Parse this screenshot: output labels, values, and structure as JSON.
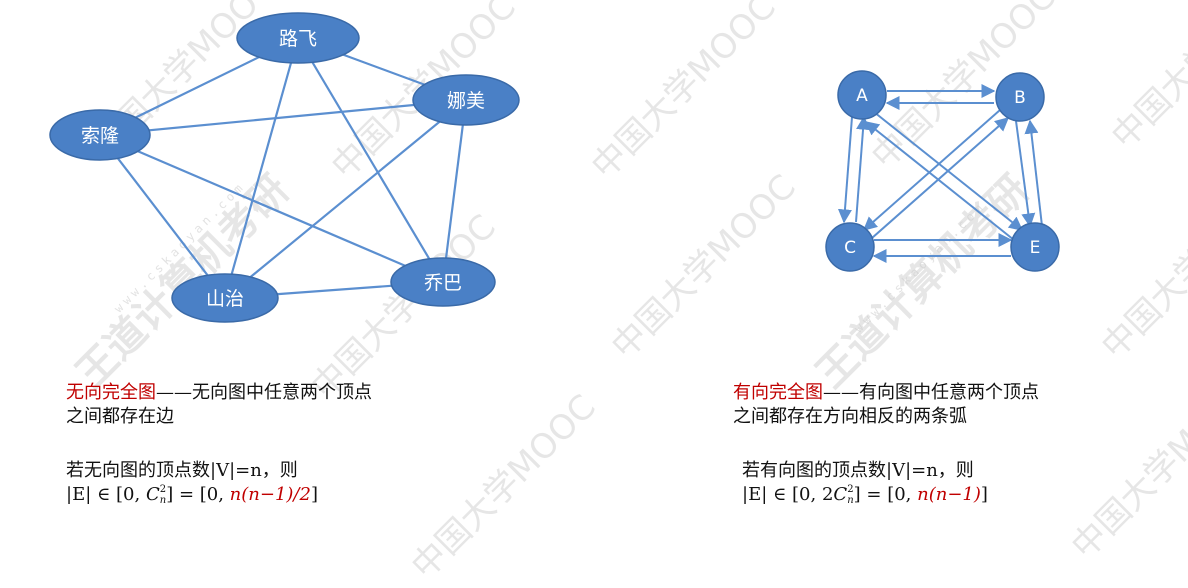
{
  "watermarks": {
    "mooc": "中国大学MOOC",
    "brand": "王道计算机考研",
    "site": "www.cskaoyan.com"
  },
  "undirected_graph": {
    "nodes": [
      {
        "id": "luffy",
        "label": "路飞"
      },
      {
        "id": "nami",
        "label": "娜美"
      },
      {
        "id": "zoro",
        "label": "索隆"
      },
      {
        "id": "sanji",
        "label": "山治"
      },
      {
        "id": "chopper",
        "label": "乔巴"
      }
    ]
  },
  "directed_graph": {
    "nodes": [
      {
        "id": "A",
        "label": "A"
      },
      {
        "id": "B",
        "label": "B"
      },
      {
        "id": "C",
        "label": "C"
      },
      {
        "id": "E",
        "label": "E"
      }
    ]
  },
  "left_text": {
    "term": "无向完全图",
    "def_line1": "——无向图中任意两个顶点",
    "def_line2": "之间都存在边",
    "cond": "若无向图的顶点数|V|=n，则",
    "formula_prefix": "|E| ∈ [0, ",
    "formula_c": "C",
    "formula_sup": "2",
    "formula_sub": "n",
    "formula_mid": "] = [0, ",
    "formula_red": "n(n−1)/2",
    "formula_end": "]"
  },
  "right_text": {
    "term": "有向完全图",
    "def_line1": "——有向图中任意两个顶点",
    "def_line2": "之间都存在方向相反的两条弧",
    "cond": "若有向图的顶点数|V|=n，则",
    "formula_prefix": "|E| ∈ [0, 2",
    "formula_c": "C",
    "formula_sup": "2",
    "formula_sub": "n",
    "formula_mid": "] = [0, ",
    "formula_red": "n(n−1)",
    "formula_end": "]"
  },
  "colors": {
    "node_fill": "#4a80c6",
    "node_stroke": "#3a6aa8",
    "edge": "#5b8fd0",
    "red": "#c00000"
  }
}
